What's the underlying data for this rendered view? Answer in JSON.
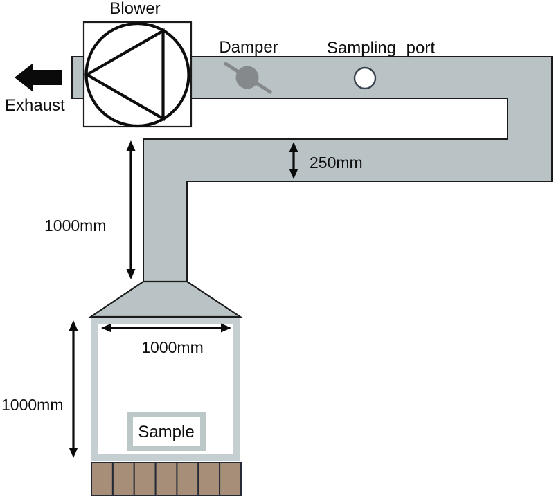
{
  "diagram": {
    "labels": {
      "blower": "Blower",
      "exhaust": "Exhaust",
      "damper": "Damper",
      "sampling_port": "Sampling port",
      "sample": "Sample"
    },
    "dimensions": {
      "duct_depth": "250mm",
      "riser_height": "1000mm",
      "chamber_width": "1000mm",
      "chamber_height": "1000mm"
    },
    "colors": {
      "duct": "#b9c3c5",
      "chamber_wall": "#c5ced0",
      "sample_border": "#bcc7c8",
      "damper_gray": "#85898c",
      "port_fill": "#ffffff",
      "brick": "#a68e79",
      "brick_border": "#262a36",
      "outline": "#1b1b1b",
      "text": "#0d0d0d",
      "arrow": "#0a0a0a"
    },
    "bricks_count": 7
  }
}
